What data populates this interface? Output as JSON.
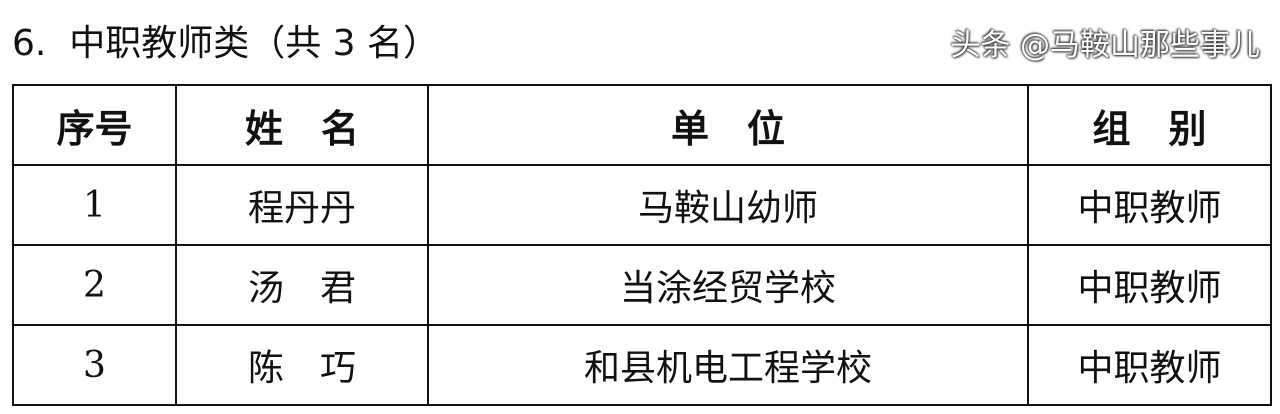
{
  "heading": "6.  中职教师类（共 3 名）",
  "table": {
    "headers": [
      "序号",
      "姓　名",
      "单　位",
      "组　别"
    ],
    "rows": [
      [
        "1",
        "程丹丹",
        "马鞍山幼师",
        "中职教师"
      ],
      [
        "2",
        "汤　君",
        "当涂经贸学校",
        "中职教师"
      ],
      [
        "3",
        "陈　巧",
        "和县机电工程学校",
        "中职教师"
      ]
    ]
  },
  "watermark": "头条 @马鞍山那些事儿"
}
